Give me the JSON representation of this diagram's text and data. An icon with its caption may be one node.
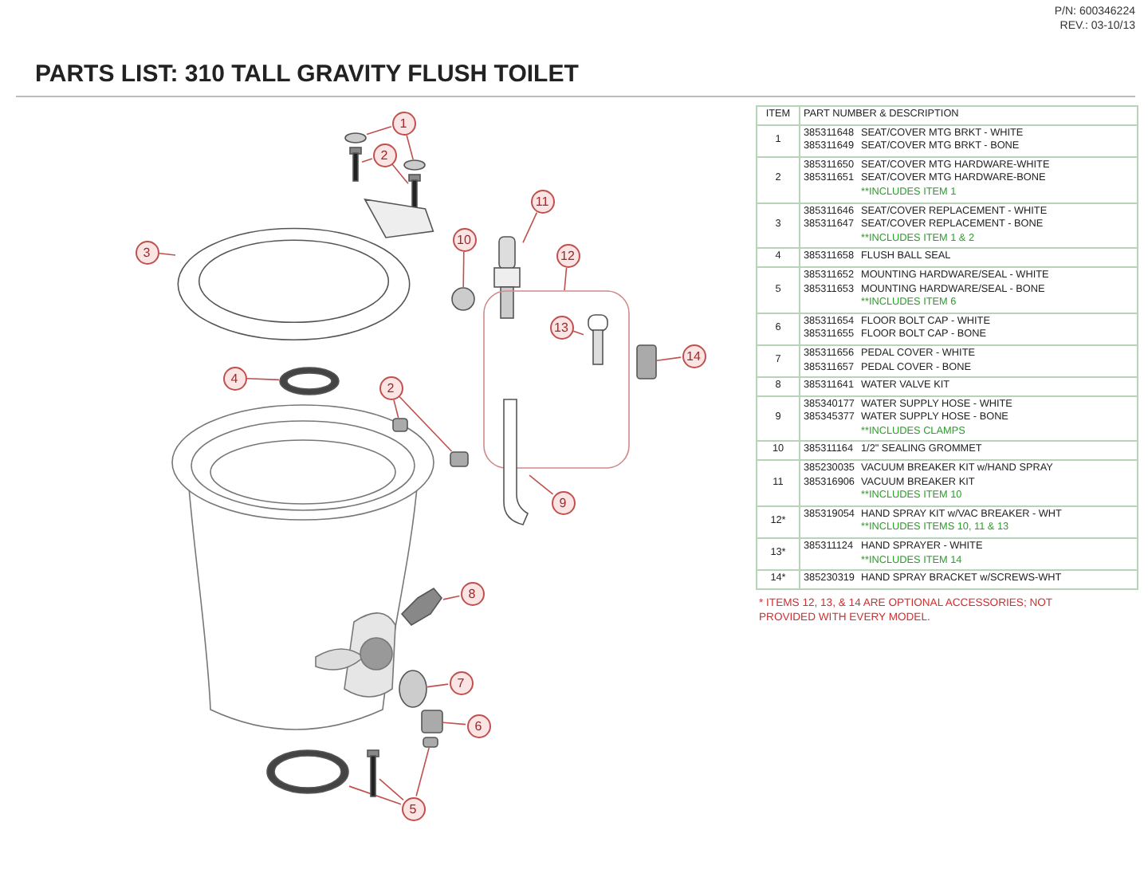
{
  "diagram": {
    "title": "PARTS LIST: 310 TALL GRAVITY FLUSH TOILET",
    "nodes": [
      {
        "text": [
          "1"
        ]
      },
      {
        "text": [],
        "shape": "circle"
      },
      {
        "text": [],
        "shape": "circle"
      },
      {
        "text": [
          "2"
        ]
      },
      {
        "text": [],
        "shape": "picture"
      },
      {
        "text": [],
        "shape": "picture"
      },
      {
        "text": [
          "3"
        ]
      },
      {
        "text": [],
        "shape": "picture"
      },
      {
        "text": [
          "10"
        ]
      },
      {
        "text": [],
        "shape": "circle"
      },
      {
        "text": [
          "11"
        ]
      },
      {
        "text": [],
        "shape": "picture"
      },
      {
        "text": [
          "12"
        ]
      },
      {
        "text": [],
        "shape": "picture"
      },
      {
        "text": [
          "13"
        ],
        "in": 13
      },
      {
        "text": [],
        "shape": "picture",
        "in": 13
      },
      {
        "text": [
          "14"
        ]
      },
      {
        "text": [],
        "shape": "box"
      },
      {
        "text": [
          "4"
        ]
      },
      {
        "text": [],
        "shape": "picture"
      },
      {
        "text": [
          "2"
        ]
      },
      {
        "text": [],
        "shape": "box"
      },
      {
        "text": [],
        "shape": "box"
      },
      {
        "text": [
          "9"
        ]
      },
      {
        "text": [],
        "shape": "picture"
      },
      {
        "text": [
          "8"
        ]
      },
      {
        "text": [],
        "shape": "picture"
      },
      {
        "text": [
          "7"
        ]
      },
      {
        "text": [],
        "shape": "circle"
      },
      {
        "text": [
          "6"
        ]
      },
      {
        "text": [],
        "shape": "box"
      },
      {
        "text": [
          "5"
        ]
      },
      {
        "text": [],
        "shape": "picture"
      },
      {
        "text": [],
        "shape": "picture"
      },
      {
        "text": [],
        "shape": "box"
      }
    ],
    "edges": [
      {
        "from": 0,
        "to": 1,
        "arrow": "none"
      },
      {
        "from": 0,
        "to": 2,
        "arrow": "none"
      },
      {
        "from": 3,
        "to": 4,
        "arrow": "none"
      },
      {
        "from": 3,
        "to": 5,
        "arrow": "none"
      },
      {
        "from": 6,
        "to": 7,
        "arrow": "none"
      },
      {
        "from": 8,
        "to": 9,
        "arrow": "none"
      },
      {
        "from": 10,
        "to": 11,
        "arrow": "none"
      },
      {
        "from": 12,
        "to": 13,
        "arrow": "none"
      },
      {
        "from": 14,
        "to": 15,
        "arrow": "none"
      },
      {
        "from": 16,
        "to": 17,
        "arrow": "none"
      },
      {
        "from": 18,
        "to": 19,
        "arrow": "none"
      },
      {
        "from": 20,
        "to": 21,
        "arrow": "none"
      },
      {
        "from": 20,
        "to": 22,
        "arrow": "none"
      },
      {
        "from": 23,
        "to": 24,
        "arrow": "none"
      },
      {
        "from": 25,
        "to": 26,
        "arrow": "none"
      },
      {
        "from": 27,
        "to": 28,
        "arrow": "none"
      },
      {
        "from": 29,
        "to": 30,
        "arrow": "none"
      },
      {
        "from": 31,
        "to": 32,
        "arrow": "none"
      },
      {
        "from": 31,
        "to": 33,
        "arrow": "none"
      },
      {
        "from": 31,
        "to": 34,
        "arrow": "none"
      }
    ],
    "labels": [
      "P/N: 600346224",
      "REV.: 03-10/13",
      "ITEM",
      "PART NUMBER & DESCRIPTION",
      "1",
      "385311648",
      "SEAT/COVER MTG BRKT - WHITE",
      "385311649",
      "SEAT/COVER MTG BRKT - BONE",
      "2",
      "385311650",
      "SEAT/COVER MTG HARDWARE-WHITE",
      "385311651",
      "SEAT/COVER MTG HARDWARE-BONE",
      "**INCLUDES ITEM 1",
      "3",
      "385311646",
      "SEAT/COVER REPLACEMENT - WHITE",
      "385311647",
      "SEAT/COVER REPLACEMENT - BONE",
      "**INCLUDES ITEM 1 & 2",
      "4",
      "385311658",
      "FLUSH BALL SEAL",
      "5",
      "385311652",
      "MOUNTING HARDWARE/SEAL - WHITE",
      "385311653",
      "MOUNTING HARDWARE/SEAL - BONE",
      "**INCLUDES ITEM 6",
      "6",
      "385311654",
      "FLOOR BOLT CAP - WHITE",
      "385311655",
      "FLOOR BOLT CAP - BONE",
      "7",
      "385311656",
      "PEDAL COVER - WHITE",
      "385311657",
      "PEDAL COVER - BONE",
      "8",
      "385311641",
      "WATER VALVE KIT",
      "9",
      "385340177",
      "WATER SUPPLY HOSE - WHITE",
      "385345377",
      "WATER SUPPLY HOSE - BONE",
      "**INCLUDES CLAMPS",
      "10",
      "385311164",
      "1/2\" SEALING GROMMET",
      "11",
      "385230035",
      "VACUUM BREAKER KIT w/HAND SPRAY",
      "385316906",
      "VACUUM BREAKER KIT",
      "**INCLUDES ITEM 10",
      "12*",
      "385319054",
      "HAND SPRAY KIT w/VAC BREAKER - WHT",
      "**INCLUDES ITEMS 10, 11 & 13",
      "13*",
      "385311124",
      "HAND SPRAYER - WHITE",
      "**INCLUDES ITEM 14",
      "14*",
      "385230319",
      "HAND SPRAY BRACKET w/SCREWS-WHT",
      "* ITEMS 12, 13, & 14 ARE OPTIONAL ACCESSORIES; NOT PROVIDED WITH EVERY MODEL."
    ]
  }
}
